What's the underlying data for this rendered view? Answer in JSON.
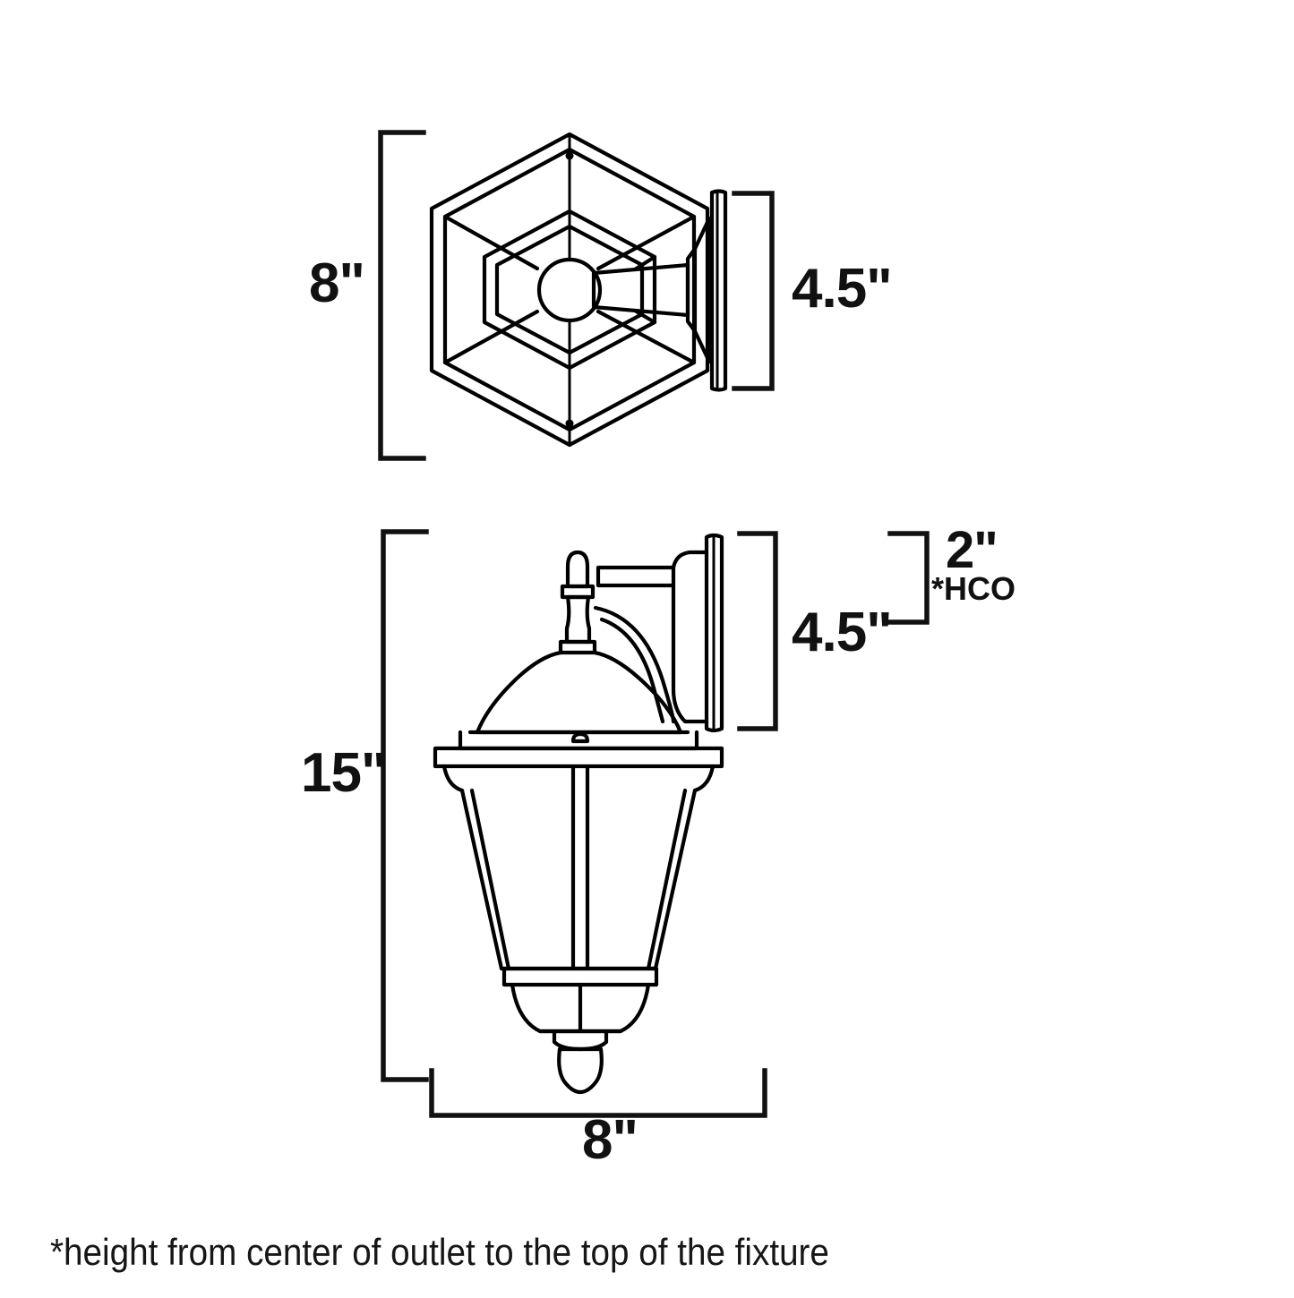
{
  "drawing": {
    "title": "Outdoor wall lantern dimension drawing",
    "line_color": "#000000",
    "background_color": "#ffffff",
    "views": [
      {
        "name": "top-view",
        "description": "Top-down hexagonal view of fixture with wall mount backplate"
      },
      {
        "name": "side-view",
        "description": "Side elevation of downward-facing lantern with wall arm and backplate"
      }
    ]
  },
  "dimensions": {
    "top_view_height": "8\"",
    "top_view_depth": "4.5\"",
    "side_view_hco": "2\"",
    "side_view_hco_note": "*HCO",
    "side_view_depth": "4.5\"",
    "side_view_height": "15\"",
    "side_view_width": "8\""
  },
  "footnote": {
    "text": "*height from center of outlet to the top of the fixture"
  }
}
